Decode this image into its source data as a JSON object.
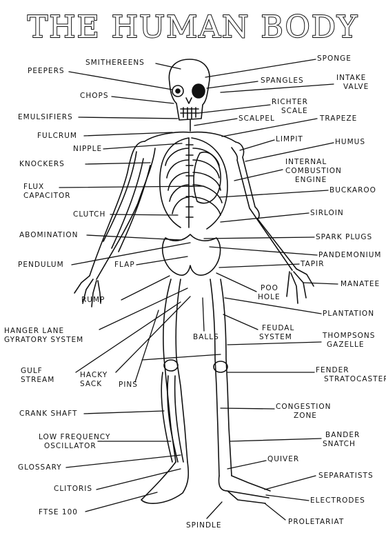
{
  "title": "THE HUMAN BODY",
  "labels": {
    "smithereens": "SMITHEREENS",
    "sponge": "SPONGE",
    "peepers": "PEEPERS",
    "spangles": "SPANGLES",
    "intake_valve": [
      "INTAKE",
      "VALVE"
    ],
    "chops": "CHOPS",
    "richter_scale": [
      "RICHTER",
      "SCALE"
    ],
    "emulsifiers": "EMULSIFIERS",
    "scalpel": "SCALPEL",
    "trapeze": "TRAPEZE",
    "fulcrum": "FULCRUM",
    "limpit": "LIMPIT",
    "humus": "HUMUS",
    "nipple": "NIPPLE",
    "internal_combustion_engine": [
      "INTERNAL",
      "COMBUSTION",
      "ENGINE"
    ],
    "knockers": "KNOCKERS",
    "flux_capacitor": [
      "FLUX",
      "CAPACITOR"
    ],
    "buckaroo": "BUCKAROO",
    "clutch": "CLUTCH",
    "sirloin": "SIRLOIN",
    "abomination": "ABOMINATION",
    "spark_plugs": "SPARK PLUGS",
    "pendulum": "PENDULUM",
    "pandemonium": "PANDEMONIUM",
    "flap": "FLAP",
    "tapir": "TAPIR",
    "manatee": "MANATEE",
    "rump": "RUMP",
    "poo_hole": [
      "POO",
      "HOLE"
    ],
    "plantation": "PLANTATION",
    "hanger_lane_gyratory_system": [
      "HANGER LANE",
      "GYRATORY SYSTEM"
    ],
    "balls": "BALLS",
    "feudal_system": [
      "FEUDAL",
      "SYSTEM"
    ],
    "thompsons_gazelle": [
      "THOMPSONS",
      "GAZELLE"
    ],
    "gulf_stream": [
      "GULF",
      "STREAM"
    ],
    "hacky_sack": [
      "HACKY",
      "SACK"
    ],
    "pins": "PINS",
    "fender_stratocaster": [
      "FENDER",
      "STRATOCASTER"
    ],
    "crank_shaft": "CRANK SHAFT",
    "congestion_zone": [
      "CONGESTION",
      "ZONE"
    ],
    "low_frequency_oscillator": [
      "LOW FREQUENCY",
      "OSCILLATOR"
    ],
    "bander_snatch": [
      "BANDER",
      "SNATCH"
    ],
    "glossary": "GLOSSARY",
    "quiver": "QUIVER",
    "separatists": "SEPARATISTS",
    "clitoris": "CLITORIS",
    "electrodes": "ELECTRODES",
    "ftse_100": "FTSE 100",
    "spindle": "SPINDLE",
    "proletariat": "PROLETARIAT"
  }
}
